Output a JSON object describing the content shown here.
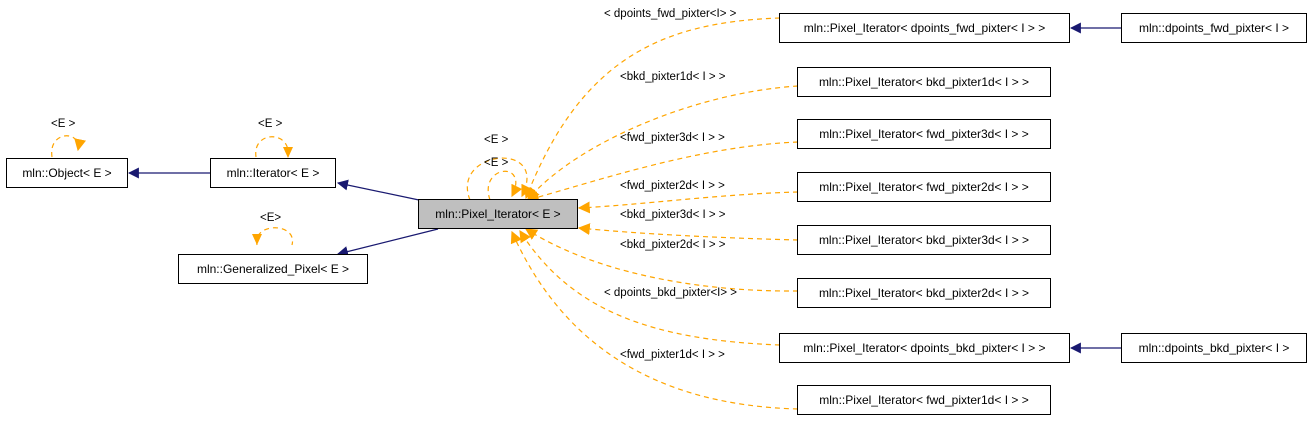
{
  "nodes": {
    "object": "mln::Object< E >",
    "iterator": "mln::Iterator< E >",
    "generalized_pixel": "mln::Generalized_Pixel< E >",
    "pixel_iterator": "mln::Pixel_Iterator< E >",
    "pi_dpoints_fwd": "mln::Pixel_Iterator< dpoints_fwd_pixter< I > >",
    "dpoints_fwd": "mln::dpoints_fwd_pixter< I >",
    "pi_bkd1d": "mln::Pixel_Iterator< bkd_pixter1d< I > >",
    "pi_fwd3d": "mln::Pixel_Iterator< fwd_pixter3d< I > >",
    "pi_fwd2d": "mln::Pixel_Iterator< fwd_pixter2d< I > >",
    "pi_bkd3d": "mln::Pixel_Iterator< bkd_pixter3d< I > >",
    "pi_bkd2d": "mln::Pixel_Iterator< bkd_pixter2d< I > >",
    "pi_dpoints_bkd": "mln::Pixel_Iterator< dpoints_bkd_pixter< I > >",
    "dpoints_bkd": "mln::dpoints_bkd_pixter< I >",
    "pi_fwd1d": "mln::Pixel_Iterator< fwd_pixter1d< I > >"
  },
  "edge_labels": {
    "object_self": "<E >",
    "iterator_self": "<E >",
    "generalized_self": "<E>",
    "pixel_self_outer": "<E >",
    "pixel_self_inner": "<E >",
    "dpoints_fwd": "< dpoints_fwd_pixter<I> >",
    "bkd1d": "<bkd_pixter1d< I > >",
    "fwd3d": "<fwd_pixter3d< I > >",
    "fwd2d": "<fwd_pixter2d< I > >",
    "bkd3d": "<bkd_pixter3d< I > >",
    "bkd2d": "<bkd_pixter2d< I > >",
    "dpoints_bkd": "< dpoints_bkd_pixter<I> >",
    "fwd1d": "<fwd_pixter1d< I > >"
  },
  "colors": {
    "inheritance_edge": "#191970",
    "template_edge": "#ffa500",
    "focus_fill": "#bfbfbf",
    "node_border": "#000000"
  }
}
